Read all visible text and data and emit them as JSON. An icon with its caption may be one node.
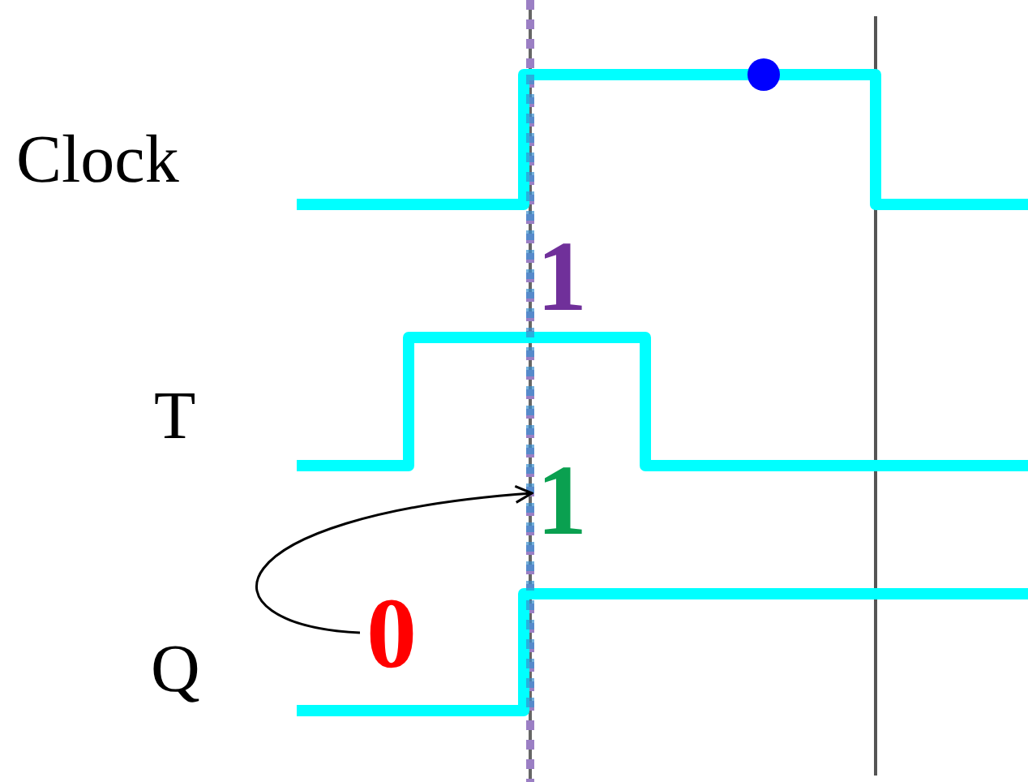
{
  "diagram": {
    "nodes": [
      {
        "text": [
          "0"
        ]
      },
      {
        "text": [
          "1"
        ]
      }
    ],
    "edges": [
      {
        "from": 0,
        "to": 1,
        "arrow": "to"
      }
    ],
    "labels": [
      "Clock",
      "1",
      "T",
      "Q"
    ]
  }
}
